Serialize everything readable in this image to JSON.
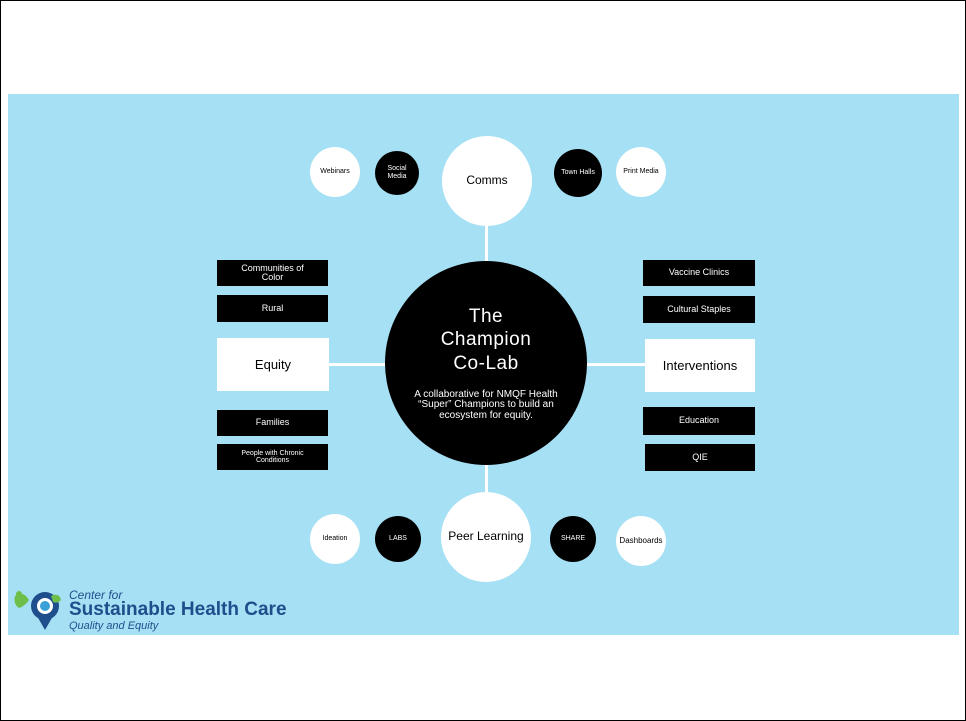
{
  "center": {
    "title_line1": "The",
    "title_line2": "Champion",
    "title_line3": "Co-Lab",
    "subtitle": "A collaborative for NMQF Health “Super” Champions to build an ecosystem for equity."
  },
  "top": {
    "hub": "Comms",
    "items": [
      "Webinars",
      "Social Media",
      "Town Halls",
      "Print Media"
    ]
  },
  "bottom": {
    "hub": "Peer Learning",
    "items": [
      "Ideation",
      "LABS",
      "SHARE",
      "Dashboards"
    ]
  },
  "left": {
    "hub": "Equity",
    "items": [
      "Communities of Color",
      "Rural",
      "Families",
      "People with Chronic Conditions"
    ]
  },
  "right": {
    "hub": "Interventions",
    "items": [
      "Vaccine Clinics",
      "Cultural Staples",
      "Education",
      "QIE"
    ]
  },
  "logo": {
    "line1": "Center for",
    "line2": "Sustainable Health Care",
    "line3": "Quality and Equity"
  },
  "colors": {
    "background_band": "#a6e0f4",
    "logo_blue": "#1f4e8c",
    "logo_green": "#6cc04a",
    "logo_light_blue": "#3aa0d8"
  }
}
